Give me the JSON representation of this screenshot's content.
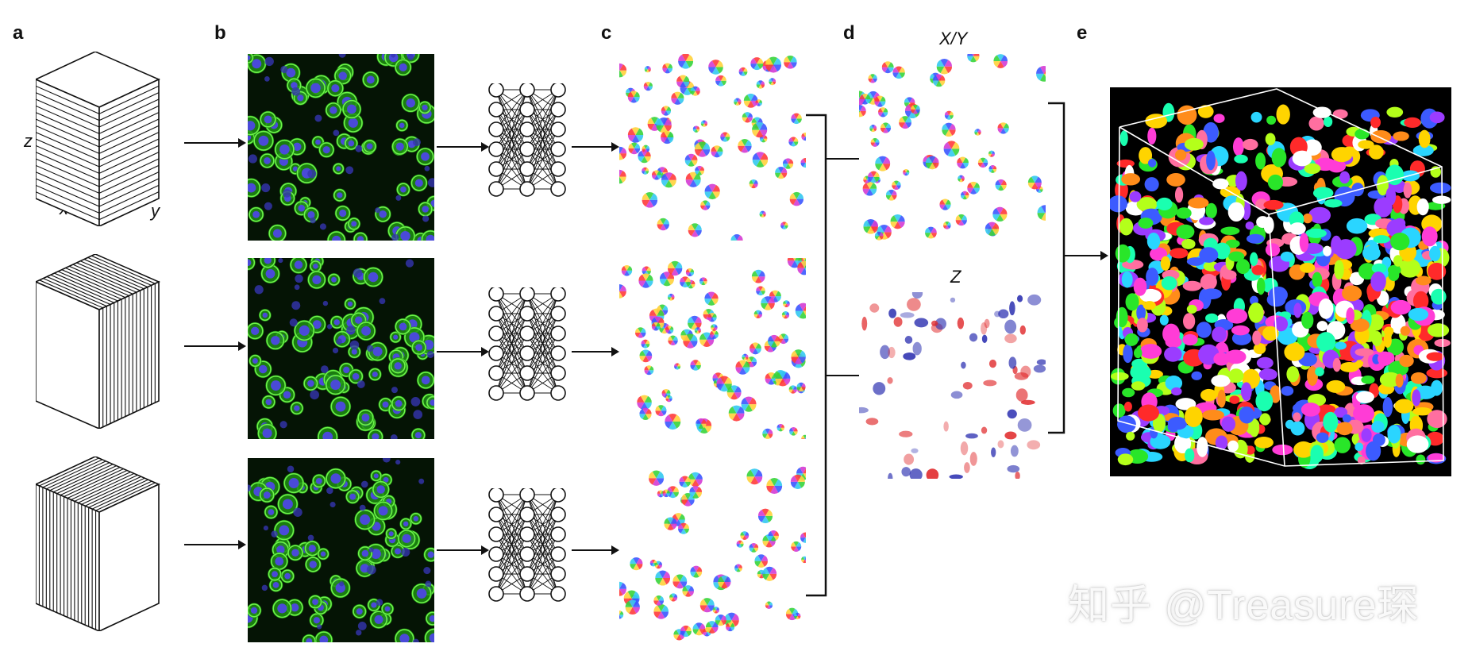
{
  "panels": {
    "a": "a",
    "b": "b",
    "c": "c",
    "d": "d",
    "e": "e"
  },
  "cube_axes": {
    "z": "z",
    "x": "x",
    "y": "y"
  },
  "cube_slicing": [
    "xy",
    "yz",
    "xz"
  ],
  "output_labels": {
    "xy": "X/Y",
    "z": "Z"
  },
  "watermark": "知乎 @Treasure琛",
  "icons": {
    "network": "neural-network-icon",
    "arrow": "arrow-right-icon",
    "bracket": "bracket-merge-icon"
  },
  "colors": {
    "microscopy_green": "#39c21f",
    "microscopy_blue": "#4a4ad8",
    "flow_red": "#e0282a",
    "flow_blue": "#2b2fb0"
  }
}
